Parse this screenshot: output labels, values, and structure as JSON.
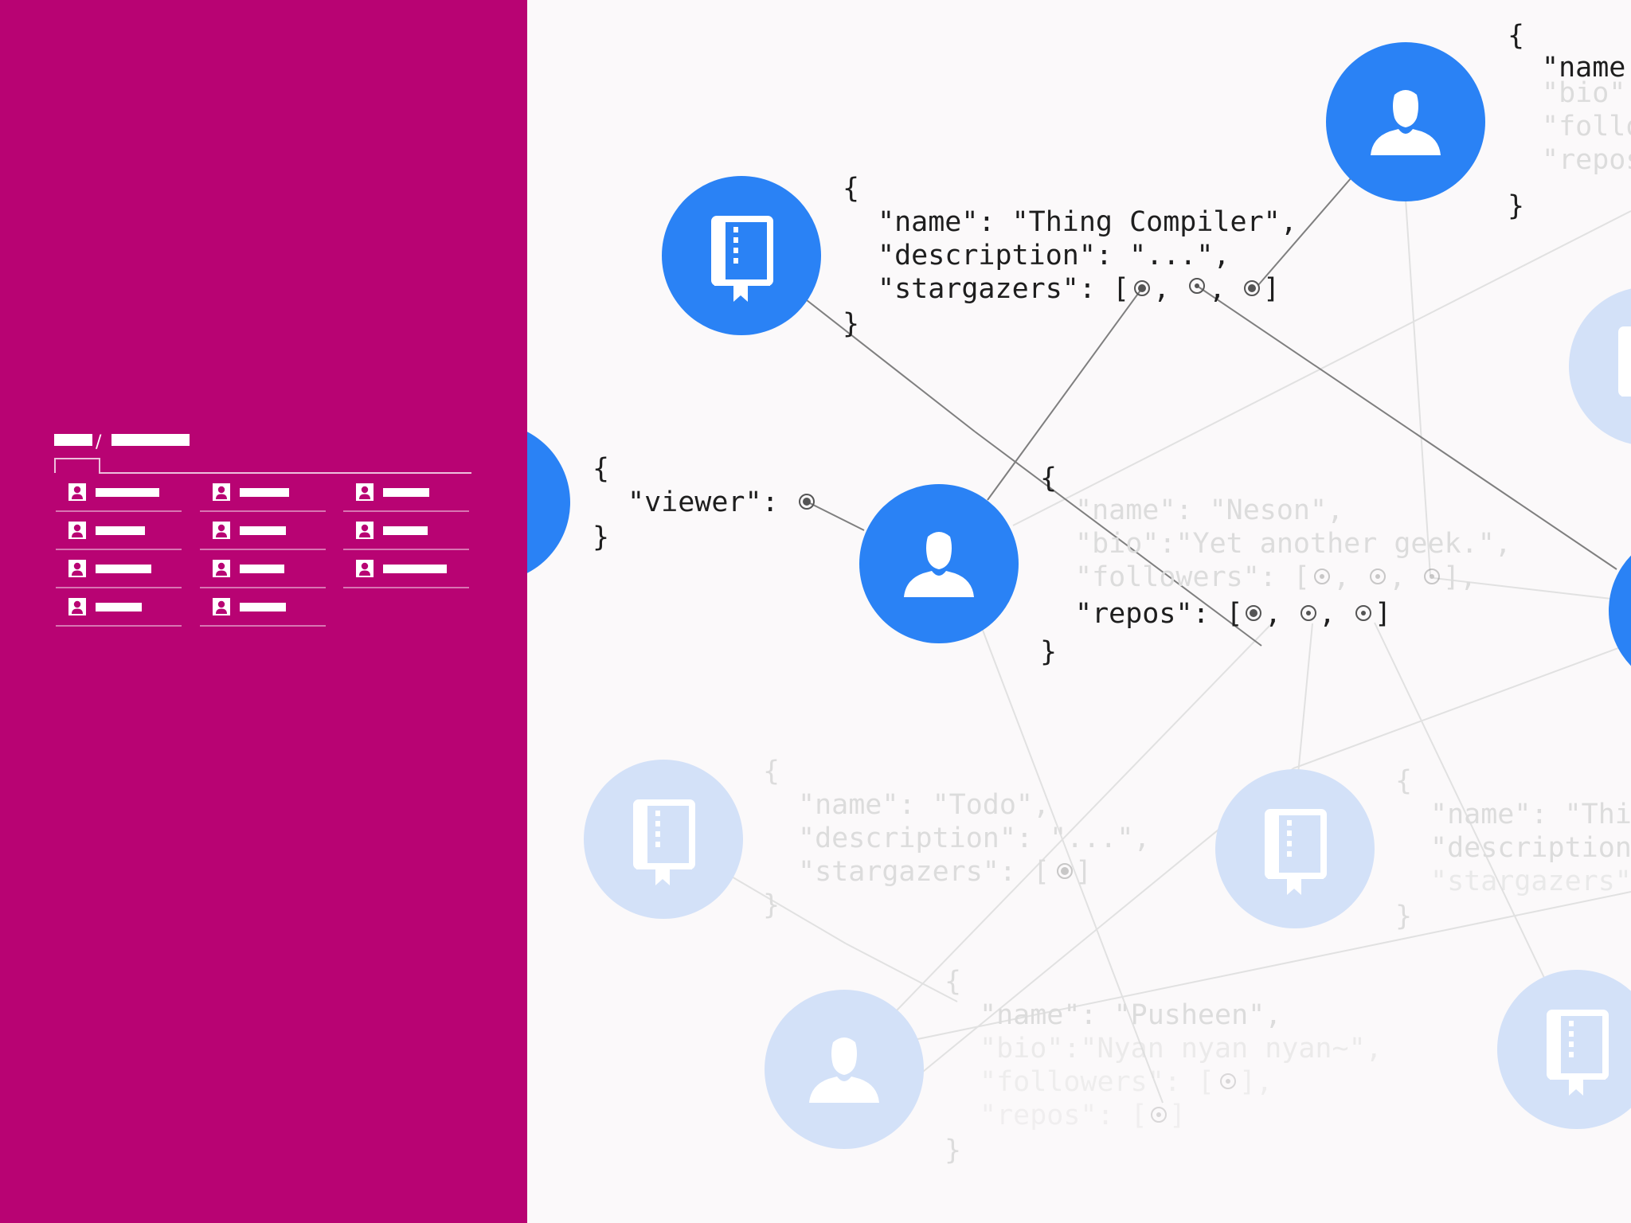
{
  "colors": {
    "panel": "#b80373",
    "background": "#fbf9fa",
    "node_active": "#2a82f5",
    "node_faded": "#d3e1f8",
    "text_active": "#1e1e1e",
    "text_faded": "#dcdcdc",
    "edge_active": "#7f7f7f",
    "edge_faded": "#e1e1e1"
  },
  "mini_list": {
    "separator": "/",
    "rows": 4,
    "columns": 3,
    "icon": "user-card-icon"
  },
  "nodes": [
    {
      "id": "viewer-root",
      "kind": "user",
      "active": true
    },
    {
      "id": "user-top",
      "kind": "user",
      "active": true
    },
    {
      "id": "repo-thing-compiler",
      "kind": "repo",
      "active": true
    },
    {
      "id": "user-neson",
      "kind": "user",
      "active": true
    },
    {
      "id": "repo-right-top",
      "kind": "repo",
      "active": false
    },
    {
      "id": "node-right-edge",
      "kind": "user",
      "active": true
    },
    {
      "id": "repo-todo",
      "kind": "repo",
      "active": false
    },
    {
      "id": "repo-middle",
      "kind": "repo",
      "active": false
    },
    {
      "id": "repo-bottom-right",
      "kind": "repo",
      "active": false
    },
    {
      "id": "user-pusheen",
      "kind": "user",
      "active": false
    }
  ],
  "code_blocks": {
    "viewer": {
      "open": "{",
      "viewer_key": "\"viewer\":",
      "close": "}"
    },
    "thing_compiler": {
      "open": "{",
      "name": "\"name\": \"Thing Compiler\",",
      "description": "\"description\": \"...\",",
      "stargazers_key": "\"stargazers\": [",
      "sep1": ",",
      "sep2": ",",
      "end": "]",
      "close": "}"
    },
    "top_user": {
      "open": "{",
      "name": "\"name",
      "bio": "\"bio\"",
      "followers": "\"follo",
      "repos": "\"repos",
      "close": "}"
    },
    "neson": {
      "open": "{",
      "name": "\"name\": \"Neson\",",
      "bio": "\"bio\":\"Yet another geek.\",",
      "followers_key": "\"followers\": [",
      "followers_sep1": ",",
      "followers_sep2": ",",
      "followers_end": "],",
      "repos_key": "\"repos\": [",
      "repos_sep1": ",",
      "repos_sep2": ",",
      "repos_end": "]",
      "close": "}"
    },
    "todo": {
      "open": "{",
      "name": "\"name\": \"Todo\",",
      "description": "\"description\": \"...\",",
      "stargazers_key": "\"stargazers\": [",
      "end": "]",
      "close": "}"
    },
    "right_repo": {
      "open": "{",
      "name": "\"name\": \"Thi",
      "description": "\"description",
      "stargazers": "\"stargazers\"",
      "close": "}"
    },
    "pusheen": {
      "open": "{",
      "name": "\"name\": \"Pusheen\",",
      "bio": "\"bio\":\"Nyan nyan nyan~\",",
      "followers_key": "\"followers\": [",
      "followers_end": "],",
      "repos_key": "\"repos\": [",
      "repos_end": "]",
      "close": "}"
    }
  }
}
